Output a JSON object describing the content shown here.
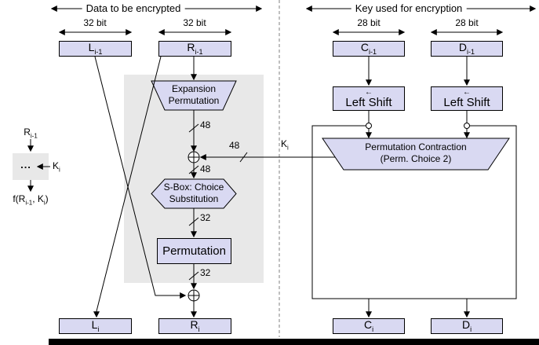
{
  "titles": {
    "left": "Data to be encrypted",
    "right": "Key used for encryption"
  },
  "bit_labels": {
    "l": "32 bit",
    "r": "32 bit",
    "c": "28 bit",
    "d": "28 bit"
  },
  "registers": {
    "l_prev": {
      "base": "L",
      "sub": "i-1"
    },
    "r_prev": {
      "base": "R",
      "sub": "i-1"
    },
    "c_prev": {
      "base": "C",
      "sub": "i-1"
    },
    "d_prev": {
      "base": "D",
      "sub": "i-1"
    },
    "l_next": {
      "base": "L",
      "sub": "i"
    },
    "r_next": {
      "base": "R",
      "sub": "i"
    },
    "c_next": {
      "base": "C",
      "sub": "i"
    },
    "d_next": {
      "base": "D",
      "sub": "i"
    }
  },
  "blocks": {
    "expansion": {
      "line1": "Expansion",
      "line2": "Permutation"
    },
    "sbox": {
      "line1": "S-Box: Choice",
      "line2": "Substitution"
    },
    "permutation": {
      "label": "Permutation"
    },
    "left_shift_c": {
      "label": "Left Shift",
      "arrow": "←"
    },
    "left_shift_d": {
      "label": "Left Shift",
      "arrow": "←"
    },
    "perm_contraction": {
      "line1": "Permutation Contraction",
      "line2": "(Perm. Choice 2)"
    }
  },
  "wire_labels": {
    "expansion_out": "48",
    "key_wire": "48",
    "key_symbol": {
      "base": "K",
      "sub": "i"
    },
    "xor_out": "48",
    "sbox_out": "32",
    "permutation_out": "32"
  },
  "legend": {
    "input": {
      "base": "R",
      "sub": "i-1"
    },
    "dots": "...",
    "key": {
      "base": "K",
      "sub": "i"
    },
    "output": {
      "p1": "f(R",
      "sub1": "i-1",
      "p2": ", K",
      "sub2": "i",
      "p3": ")"
    }
  },
  "colors": {
    "box_fill": "#d9d9f2",
    "panel_fill": "#e8e8e8",
    "wire": "#000000",
    "divider": "#808080"
  }
}
